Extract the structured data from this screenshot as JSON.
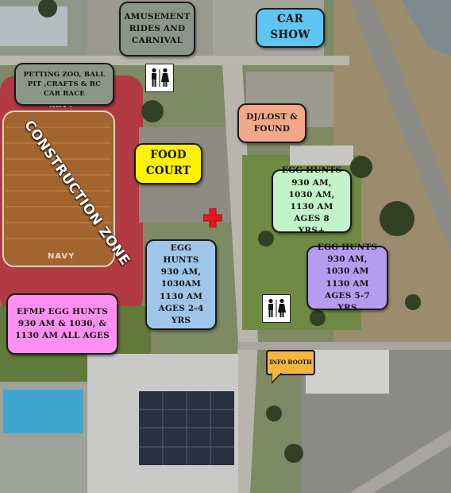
{
  "labels": {
    "amusement": "AMUSEMENT RIDES AND CARNIVAL",
    "car_show": "CAR SHOW",
    "petting_zoo": "PETTING ZOO, BALL PIT ,CRAFTS & RC CAR RACE",
    "dj_lost_found": "DJ/LOST & FOUND",
    "food_court": "FOOD COURT",
    "egg_hunts_8": "EGG HUNTS 930 AM, 1030 AM, 1130 AM AGES 8 YRS+",
    "egg_hunts_2_4": "EGG HUNTS 930 AM, 1030AM 1130 AM AGES 2-4 YRS",
    "egg_hunts_5_7": "EGG HUNTS 930 AM, 1030 AM 1130 AM AGES 5-7 YRS",
    "efmp_egg_hunts": "EFMP EGG HUNTS 930 AM & 1030, & 1130 AM ALL AGES",
    "construction_zone": "CONSTRUCTION ZONE",
    "info_booth": "INFO BOOTH",
    "field_mark_top": "NAVY",
    "field_mark_bottom": "NAVY"
  },
  "colors": {
    "amusement": "#8a9688",
    "car_show": "#5fc6f3",
    "petting_zoo": "#8a9688",
    "dj_lost_found": "#f4a889",
    "food_court": "#fff200",
    "egg_hunts_8": "#c3f3c9",
    "egg_hunts_2_4": "#9fc6e8",
    "egg_hunts_5_7": "#b79bf0",
    "efmp_egg_hunts": "#ff8ff1",
    "info_booth": "#f5b640",
    "medical_cross": "#e8161b",
    "track": "#b23a43",
    "field": "#a3652f"
  },
  "icons": [
    "restroom-icon",
    "medical-cross-icon",
    "info-booth-callout"
  ]
}
